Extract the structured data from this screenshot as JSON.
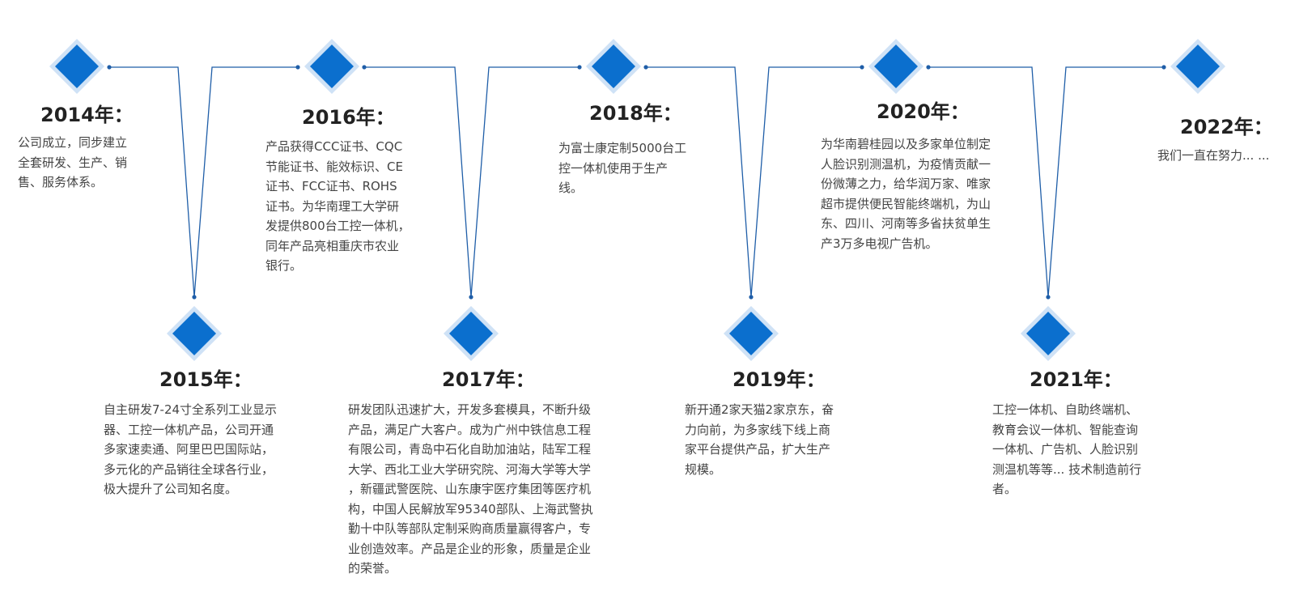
{
  "colors": {
    "accent": "#0b6fce",
    "diamond_halo": "#cfe2f6",
    "line": "#1f5ea8",
    "text": "#444444",
    "year": "#222222"
  },
  "milestones": [
    {
      "year": "2014年：",
      "lines": [
        "公司成立，同步建立",
        "全套研发、生产、销",
        "售、服务体系。"
      ]
    },
    {
      "year": "2015年：",
      "lines": [
        "自主研发7-24寸全系列工业显示",
        "器、工控一体机产品，公司开通",
        "多家速卖通、阿里巴巴国际站，",
        "多元化的产品销往全球各行业，",
        "极大提升了公司知名度。"
      ]
    },
    {
      "year": "2016年：",
      "lines": [
        "产品获得CCC证书、CQC",
        "节能证书、能效标识、CE",
        "证书、FCC证书、ROHS",
        "证书。为华南理工大学研",
        "发提供800台工控一体机，",
        "同年产品亮相重庆市农业",
        "银行。"
      ]
    },
    {
      "year": "2017年：",
      "lines": [
        "研发团队迅速扩大，开发多套模具，不断升级",
        "产品，满足广大客户。成为广州中铁信息工程",
        "有限公司，青岛中石化自助加油站，陆军工程",
        "大学、西北工业大学研究院、河海大学等大学",
        "，新疆武警医院、山东康宇医疗集团等医疗机",
        "构，中国人民解放军95340部队、上海武警执",
        "勤十中队等部队定制采购商质量赢得客户，专",
        "业创造效率。产品是企业的形象，质量是企业",
        "的荣誉。"
      ]
    },
    {
      "year": "2018年：",
      "lines": [
        "为富士康定制5000台工",
        "控一体机使用于生产",
        "线。"
      ]
    },
    {
      "year": "2019年：",
      "lines": [
        "新开通2家天猫2家京东，奋",
        "力向前，为多家线下线上商",
        "家平台提供产品，扩大生产",
        "规模。"
      ]
    },
    {
      "year": "2020年：",
      "lines": [
        "为华南碧桂园以及多家单位制定",
        "人脸识别测温机，为疫情贡献一",
        "份微薄之力，给华润万家、唯家",
        "超市提供便民智能终端机，为山",
        "东、四川、河南等多省扶贫单生",
        "产3万多电视广告机。"
      ]
    },
    {
      "year": "2021年：",
      "lines": [
        "工控一体机、自助终端机、",
        "教育会议一体机、智能查询",
        "一体机、广告机、人脸识别",
        "测温机等等... 技术制造前行",
        "者。"
      ]
    },
    {
      "year": "2022年：",
      "lines": [
        "我们一直在努力... ..."
      ]
    }
  ]
}
